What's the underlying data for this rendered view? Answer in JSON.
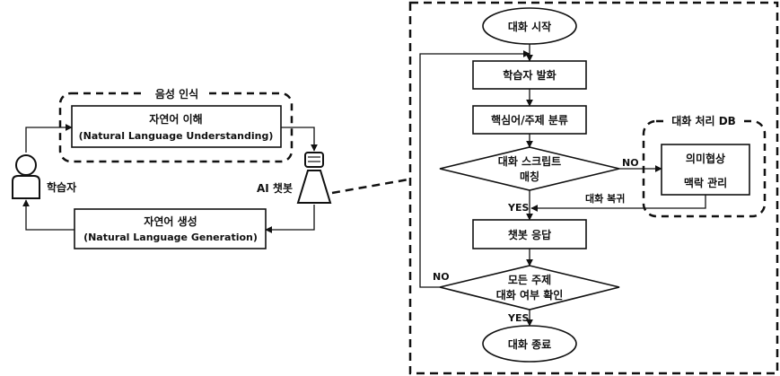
{
  "left": {
    "speech_recognition_label": "음성 인식",
    "nlu_line1": "자연어 이해",
    "nlu_line2": "(Natural Language Understanding)",
    "nlg_line1": "자연어 생성",
    "nlg_line2": "(Natural Language Generation)",
    "learner_label": "학습자",
    "chatbot_label": "AI 챗봇"
  },
  "flow": {
    "start": "대화 시작",
    "learner_utterance": "학습자 발화",
    "keyword_topic": "핵심어/주제 분류",
    "script_match_line1": "대화 스크립트",
    "script_match_line2": "매칭",
    "chatbot_response": "챗봇 응답",
    "all_topics_line1": "모든 주제",
    "all_topics_line2": "대화 여부 확인",
    "end": "대화 종료",
    "no_label_1": "NO",
    "yes_label_1": "YES",
    "no_label_2": "NO",
    "yes_label_2": "YES",
    "return_label": "대화 복귀"
  },
  "db": {
    "title": "대화 처리 DB",
    "line1": "의미협상",
    "line2": "맥락 관리"
  },
  "colors": {
    "stroke": "#111111",
    "background": "#ffffff"
  }
}
